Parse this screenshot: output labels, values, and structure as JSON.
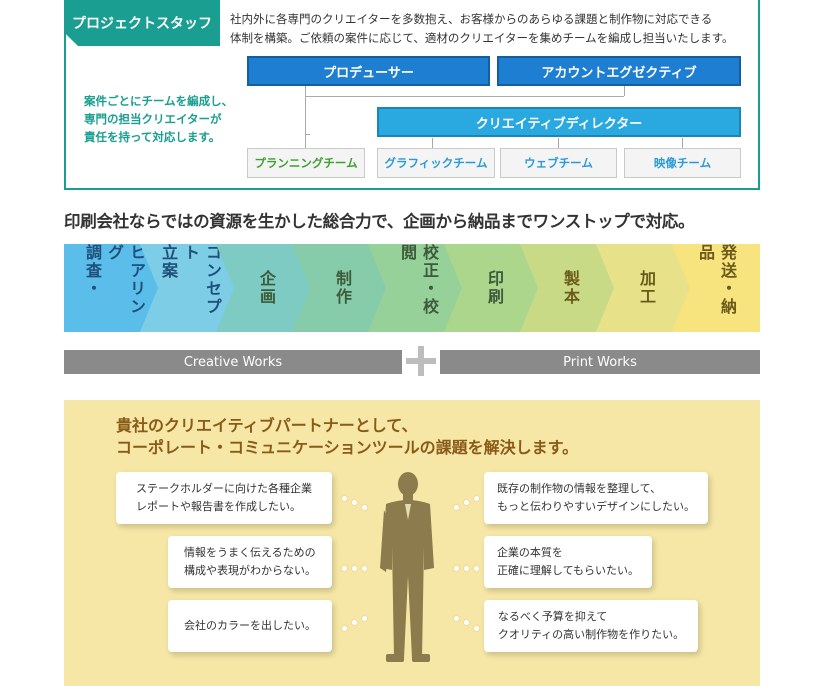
{
  "staff": {
    "tag": "プロジェクトスタッフ",
    "desc_line1": "社内外に各専門のクリエイターを多数抱え、お客様からのあらゆる課題と制作物に対応できる",
    "desc_line2": "体制を構築。ご依頼の案件に応じて、適材のクリエイターを集めチームを編成し担当いたします。",
    "note_line1": "案件ごとにチームを編成し、",
    "note_line2": "専門の担当クリエイターが",
    "note_line3": "責任を持って対応します。",
    "producer": "プロデューサー",
    "account_exec": "アカウントエグゼクティブ",
    "creative_director": "クリエイティブディレクター",
    "teams": [
      "プランニングチーム",
      "グラフィックチーム",
      "ウェブチーム",
      "映像チーム"
    ]
  },
  "headline": "印刷会社ならではの資源を生かした総合力で、企画から納品までワンストップで対応。",
  "process": {
    "steps": [
      {
        "col1": "ヒアリング",
        "col2": "調査・"
      },
      {
        "col1": "コンセプト",
        "col2": "立案"
      },
      {
        "col1": "企画"
      },
      {
        "col1": "制作"
      },
      {
        "col1": "校正・校閲"
      },
      {
        "col1": "印刷"
      },
      {
        "col1": "製本"
      },
      {
        "col1": "加工"
      },
      {
        "col1": "発送・納品"
      }
    ],
    "colors": [
      "#5bbdea",
      "#7dcde6",
      "#7ecbc4",
      "#86ccab",
      "#97d19a",
      "#acd68c",
      "#c9da87",
      "#e7e28a",
      "#f8e47f"
    ],
    "creative_works": "Creative Works",
    "print_works": "Print Works"
  },
  "partner": {
    "title_line1": "貴社のクリエイティブパートナーとして、",
    "title_line2": "コーポレート・コミュニケーションツールの課題を解決します。",
    "bubbles": [
      {
        "line1": "ステークホルダーに向けた各種企業",
        "line2": "レポートや報告書を作成したい。"
      },
      {
        "line1": "情報をうまく伝えるための",
        "line2": "構成や表現がわからない。"
      },
      {
        "line1": "会社のカラーを出したい。"
      },
      {
        "line1": "既存の制作物の情報を整理して、",
        "line2": "もっと伝わりやすいデザインにしたい。"
      },
      {
        "line1": "企業の本質を",
        "line2": "正確に理解してもらいたい。"
      },
      {
        "line1": "なるべく予算を抑えて",
        "line2": "クオリティの高い制作物を作りたい。"
      }
    ]
  }
}
